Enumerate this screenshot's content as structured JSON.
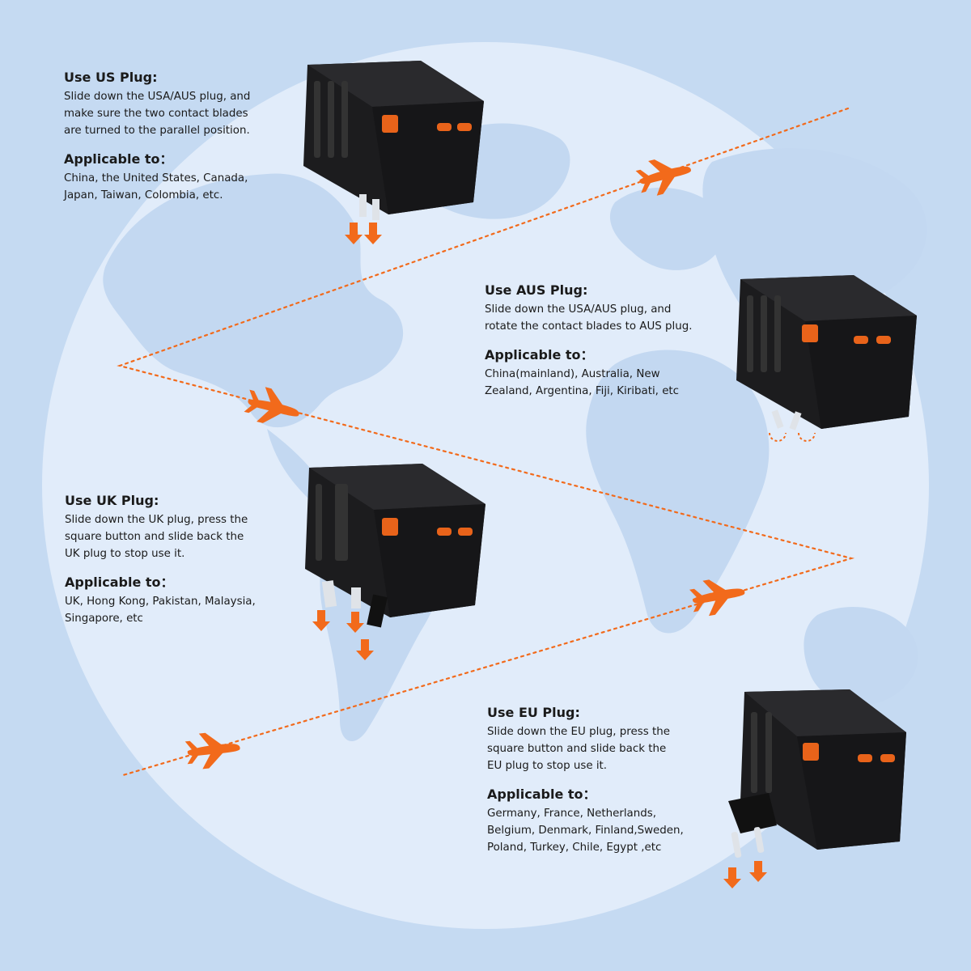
{
  "colors": {
    "background": "#c5daf2",
    "globe": "#e1ecfa",
    "land": "#c3d8f1",
    "route": "#f26a1b",
    "plane": "#f26a1b",
    "device": "#1c1c1e"
  },
  "icons": [
    "airplane-icon",
    "usb-a-port-icon",
    "usb-c-port-icon",
    "slide-arrow-icon",
    "rotate-arrow-icon"
  ],
  "sections": {
    "us": {
      "title": "Use US Plug:",
      "desc": [
        "Slide down the USA/AUS plug, and",
        "make sure the two contact blades",
        "are turned to the parallel position."
      ],
      "applicable_title": "Applicable to：",
      "applicable": [
        "China, the United States, Canada,",
        "Japan, Taiwan, Colombia, etc."
      ]
    },
    "aus": {
      "title": "Use AUS Plug:",
      "desc": [
        "Slide down the USA/AUS plug, and",
        "rotate the contact blades to AUS plug."
      ],
      "applicable_title": "Applicable to：",
      "applicable": [
        "China(mainland), Australia, New",
        "Zealand, Argentina, Fiji, Kiribati, etc"
      ]
    },
    "uk": {
      "title": "Use UK Plug:",
      "desc": [
        "Slide down the UK plug, press the",
        "square button and slide back the",
        "UK plug to stop use it."
      ],
      "applicable_title": "Applicable to：",
      "applicable": [
        "UK, Hong Kong, Pakistan, Malaysia,",
        "Singapore, etc"
      ]
    },
    "eu": {
      "title": "Use EU Plug:",
      "desc": [
        "Slide down the EU plug, press the",
        "square button and slide back the",
        "EU plug to stop use it."
      ],
      "applicable_title": "Applicable to：",
      "applicable": [
        "Germany, France, Netherlands,",
        "Belgium, Denmark, Finland,Sweden,",
        "Poland, Turkey, Chile, Egypt ,etc"
      ]
    }
  }
}
